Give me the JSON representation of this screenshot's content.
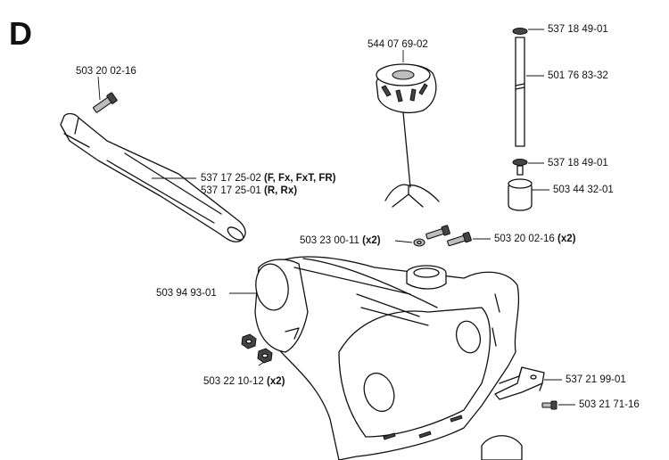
{
  "section_letter": "D",
  "parts": [
    {
      "id": "p1",
      "number": "503 20 02-16",
      "note": ""
    },
    {
      "id": "p2",
      "number": "544 07 69-02",
      "note": ""
    },
    {
      "id": "p3",
      "number": "537 18 49-01",
      "note": ""
    },
    {
      "id": "p4",
      "number": "501 76 83-32",
      "note": ""
    },
    {
      "id": "p5",
      "number": "537 18 49-01",
      "note": ""
    },
    {
      "id": "p6",
      "number": "503 44 32-01",
      "note": ""
    },
    {
      "id": "p7",
      "number": "537 17 25-02",
      "note": "(F, Fx, FxT, FR)"
    },
    {
      "id": "p8",
      "number": "537 17 25-01",
      "note": "(R, Rx)"
    },
    {
      "id": "p9",
      "number": "503 23 00-11",
      "note": "(x2)"
    },
    {
      "id": "p10",
      "number": "503 20 02-16",
      "note": "(x2)"
    },
    {
      "id": "p11",
      "number": "503 94 93-01",
      "note": ""
    },
    {
      "id": "p12",
      "number": "503 22 10-12",
      "note": "(x2)"
    },
    {
      "id": "p13",
      "number": "537 21 99-01",
      "note": ""
    },
    {
      "id": "p14",
      "number": "503 21 71-16",
      "note": ""
    }
  ]
}
